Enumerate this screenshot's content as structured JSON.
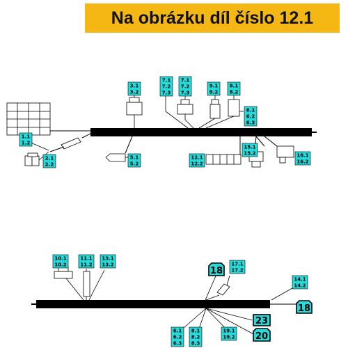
{
  "banner": {
    "title": "Na obrázku díl číslo 12.1",
    "background": "#f4b714"
  },
  "colors": {
    "tag": "#27d9d9",
    "harness": "#000000"
  },
  "top_labels": [
    {
      "id": "tag-1",
      "lines": [
        "1.1",
        "1.2"
      ]
    },
    {
      "id": "tag-2",
      "lines": [
        "2.1",
        "2.2"
      ]
    },
    {
      "id": "tag-3",
      "lines": [
        "3.1",
        "3.2"
      ]
    },
    {
      "id": "tag-5",
      "lines": [
        "5.1",
        "5.2"
      ]
    },
    {
      "id": "tag-6",
      "lines": [
        "6.1",
        "6.2",
        "6.3"
      ]
    },
    {
      "id": "tag-7a",
      "lines": [
        "7.1",
        "7.2",
        "7.3"
      ]
    },
    {
      "id": "tag-7b",
      "lines": [
        "7.1",
        "7.2",
        "7.3"
      ]
    },
    {
      "id": "tag-8",
      "lines": [
        "8.1",
        "8.2"
      ]
    },
    {
      "id": "tag-9",
      "lines": [
        "9.1",
        "9.2"
      ]
    },
    {
      "id": "tag-12",
      "lines": [
        "12.1",
        "12.2"
      ]
    },
    {
      "id": "tag-15",
      "lines": [
        "15.1",
        "15.2"
      ]
    },
    {
      "id": "tag-16",
      "lines": [
        "16.1",
        "16.2"
      ]
    }
  ],
  "bottom_labels": [
    {
      "id": "tag-10",
      "lines": [
        "10.1",
        "10.2"
      ]
    },
    {
      "id": "tag-11",
      "lines": [
        "11.1",
        "11.2"
      ]
    },
    {
      "id": "tag-13",
      "lines": [
        "13.1",
        "13.2"
      ]
    },
    {
      "id": "tag-14",
      "lines": [
        "14.1",
        "14.2"
      ]
    },
    {
      "id": "tag-17",
      "lines": [
        "17.1",
        "17.2"
      ]
    },
    {
      "id": "tag-19",
      "lines": [
        "19.1",
        "19.2"
      ]
    },
    {
      "id": "tag-6b",
      "lines": [
        "6.1",
        "6.2",
        "6.3"
      ]
    },
    {
      "id": "tag-8b",
      "lines": [
        "8.1",
        "8.2",
        "8.3"
      ]
    }
  ],
  "badges": [
    {
      "id": "badge-18a",
      "text": "18"
    },
    {
      "id": "badge-18b",
      "text": "18"
    },
    {
      "id": "badge-23",
      "text": "23"
    },
    {
      "id": "badge-20",
      "text": "20"
    }
  ]
}
